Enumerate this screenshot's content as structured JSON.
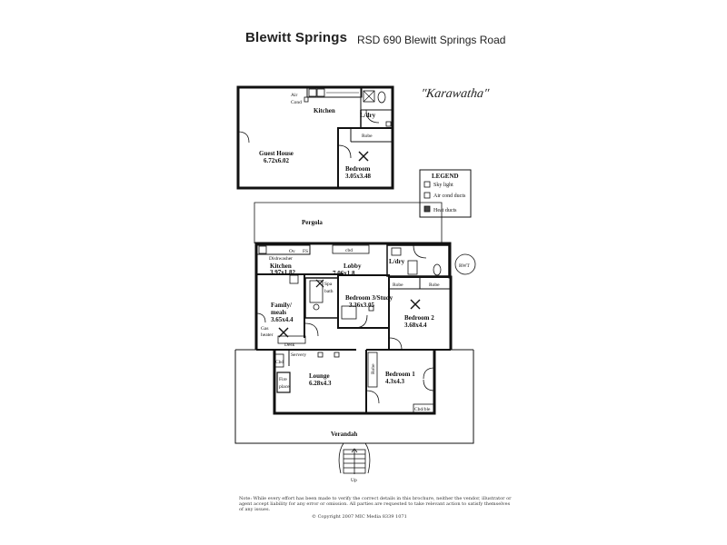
{
  "header": {
    "title": "Blewitt Springs",
    "address": "RSD 690 Blewitt Springs Road",
    "house_name": "\"Karawatha\""
  },
  "legend": {
    "title": "LEGEND",
    "items": [
      "Sky light",
      "Air cond ducts",
      "Heat ducts"
    ]
  },
  "guest_house": {
    "air_cond": [
      "Air",
      "Cond"
    ],
    "kitchen": "Kitchen",
    "laundry": "L/dry",
    "robe": "Robe",
    "guest_house": "Guest House",
    "guest_house_dim": "6.72x6.02",
    "bedroom": "Bedroom",
    "bedroom_dim": "3.05x3.48"
  },
  "main_house": {
    "pergola": "Pergola",
    "ov": "Ov",
    "fs": "FS",
    "cbd": "cbd",
    "dishwasher": "Dishwasher",
    "kitchen": "Kitchen",
    "kitchen_dim": "3.97x1.82",
    "lobby": "Lobby",
    "lobby_dim": "7.06x1.8",
    "laundry": "L/dry",
    "rwt": "RWT",
    "spa": "Spa",
    "bath": "bath",
    "family": "Family/",
    "meals": "meals",
    "family_dim": "3.65x4.4",
    "gas": "Gas",
    "heater": "heater",
    "bedroom3": "Bedroom 3/Study",
    "bedroom3_dim": "3.36x3.05",
    "robe_a": "Robe",
    "robe_b": "Robe",
    "bedroom2": "Bedroom 2",
    "bedroom2_dim": "3.68x4.4",
    "desk": "Desk",
    "servery": "Servery",
    "cbd_side": "Cbd",
    "fire": "Fire",
    "place": "place",
    "lounge": "Lounge",
    "lounge_dim": "6.28x4.3",
    "robe_c": "Robe",
    "bedroom1": "Bedroom 1",
    "bedroom1_dim": "4.3x4.3",
    "cbd_table": "Cbd/ble",
    "verandah": "Verandah",
    "up": "Up"
  },
  "footer": {
    "note": "Note: While every effort has been made to verify the correct details in this brochure, neither the vendor, illustrator or agent accept liability for any error or omission. All parties are requested to take relevant action to satisfy themselves of any issues.",
    "copyright": "© Copyright 2007  MIC Media 8339 1071"
  }
}
